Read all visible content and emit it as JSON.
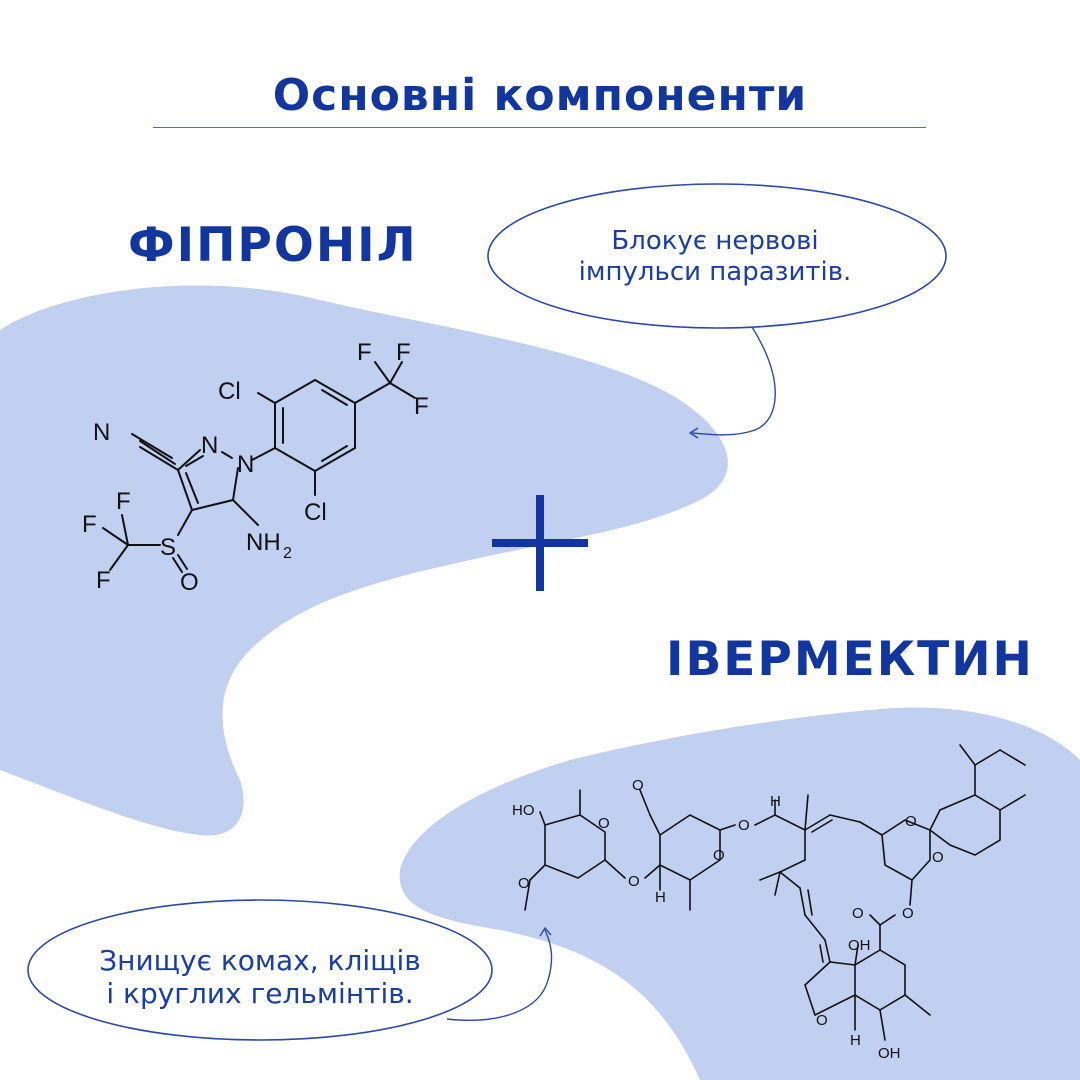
{
  "page": {
    "title": "Основні компоненти"
  },
  "colors": {
    "accent": "#1236a0",
    "blob": "#c1cff0",
    "text": "#1a3ea8"
  },
  "compounds": [
    {
      "name": "ФІПРОНІЛ",
      "description_lines": [
        "Блокує нервові",
        "імпульси паразитів."
      ],
      "structure_labels": {
        "F1": "F",
        "F2": "F",
        "F3": "F",
        "Cl1": "Cl",
        "Cl2": "Cl",
        "N1": "N",
        "N2": "N",
        "N3": "N",
        "F4": "F",
        "F5": "F",
        "F6": "F",
        "S": "S",
        "O": "O",
        "NH2": "NH",
        "NH2_sub": "2"
      }
    },
    {
      "name": "ІВЕРМЕКТИН",
      "description_lines": [
        "Знищує комах, кліщів",
        "і круглих гельмінтів."
      ],
      "structure_labels": {
        "HO": "HO",
        "O1": "O",
        "O2": "O",
        "O3": "O",
        "O4": "O",
        "O5": "O",
        "O6": "O",
        "O7": "O",
        "O8": "O",
        "O9": "O",
        "O10": "O",
        "O11": "O",
        "H1": "H",
        "H2": "H",
        "H3": "H",
        "OH1": "OH",
        "OH2": "OH"
      }
    }
  ],
  "icons": {
    "plus": "plus-icon"
  }
}
